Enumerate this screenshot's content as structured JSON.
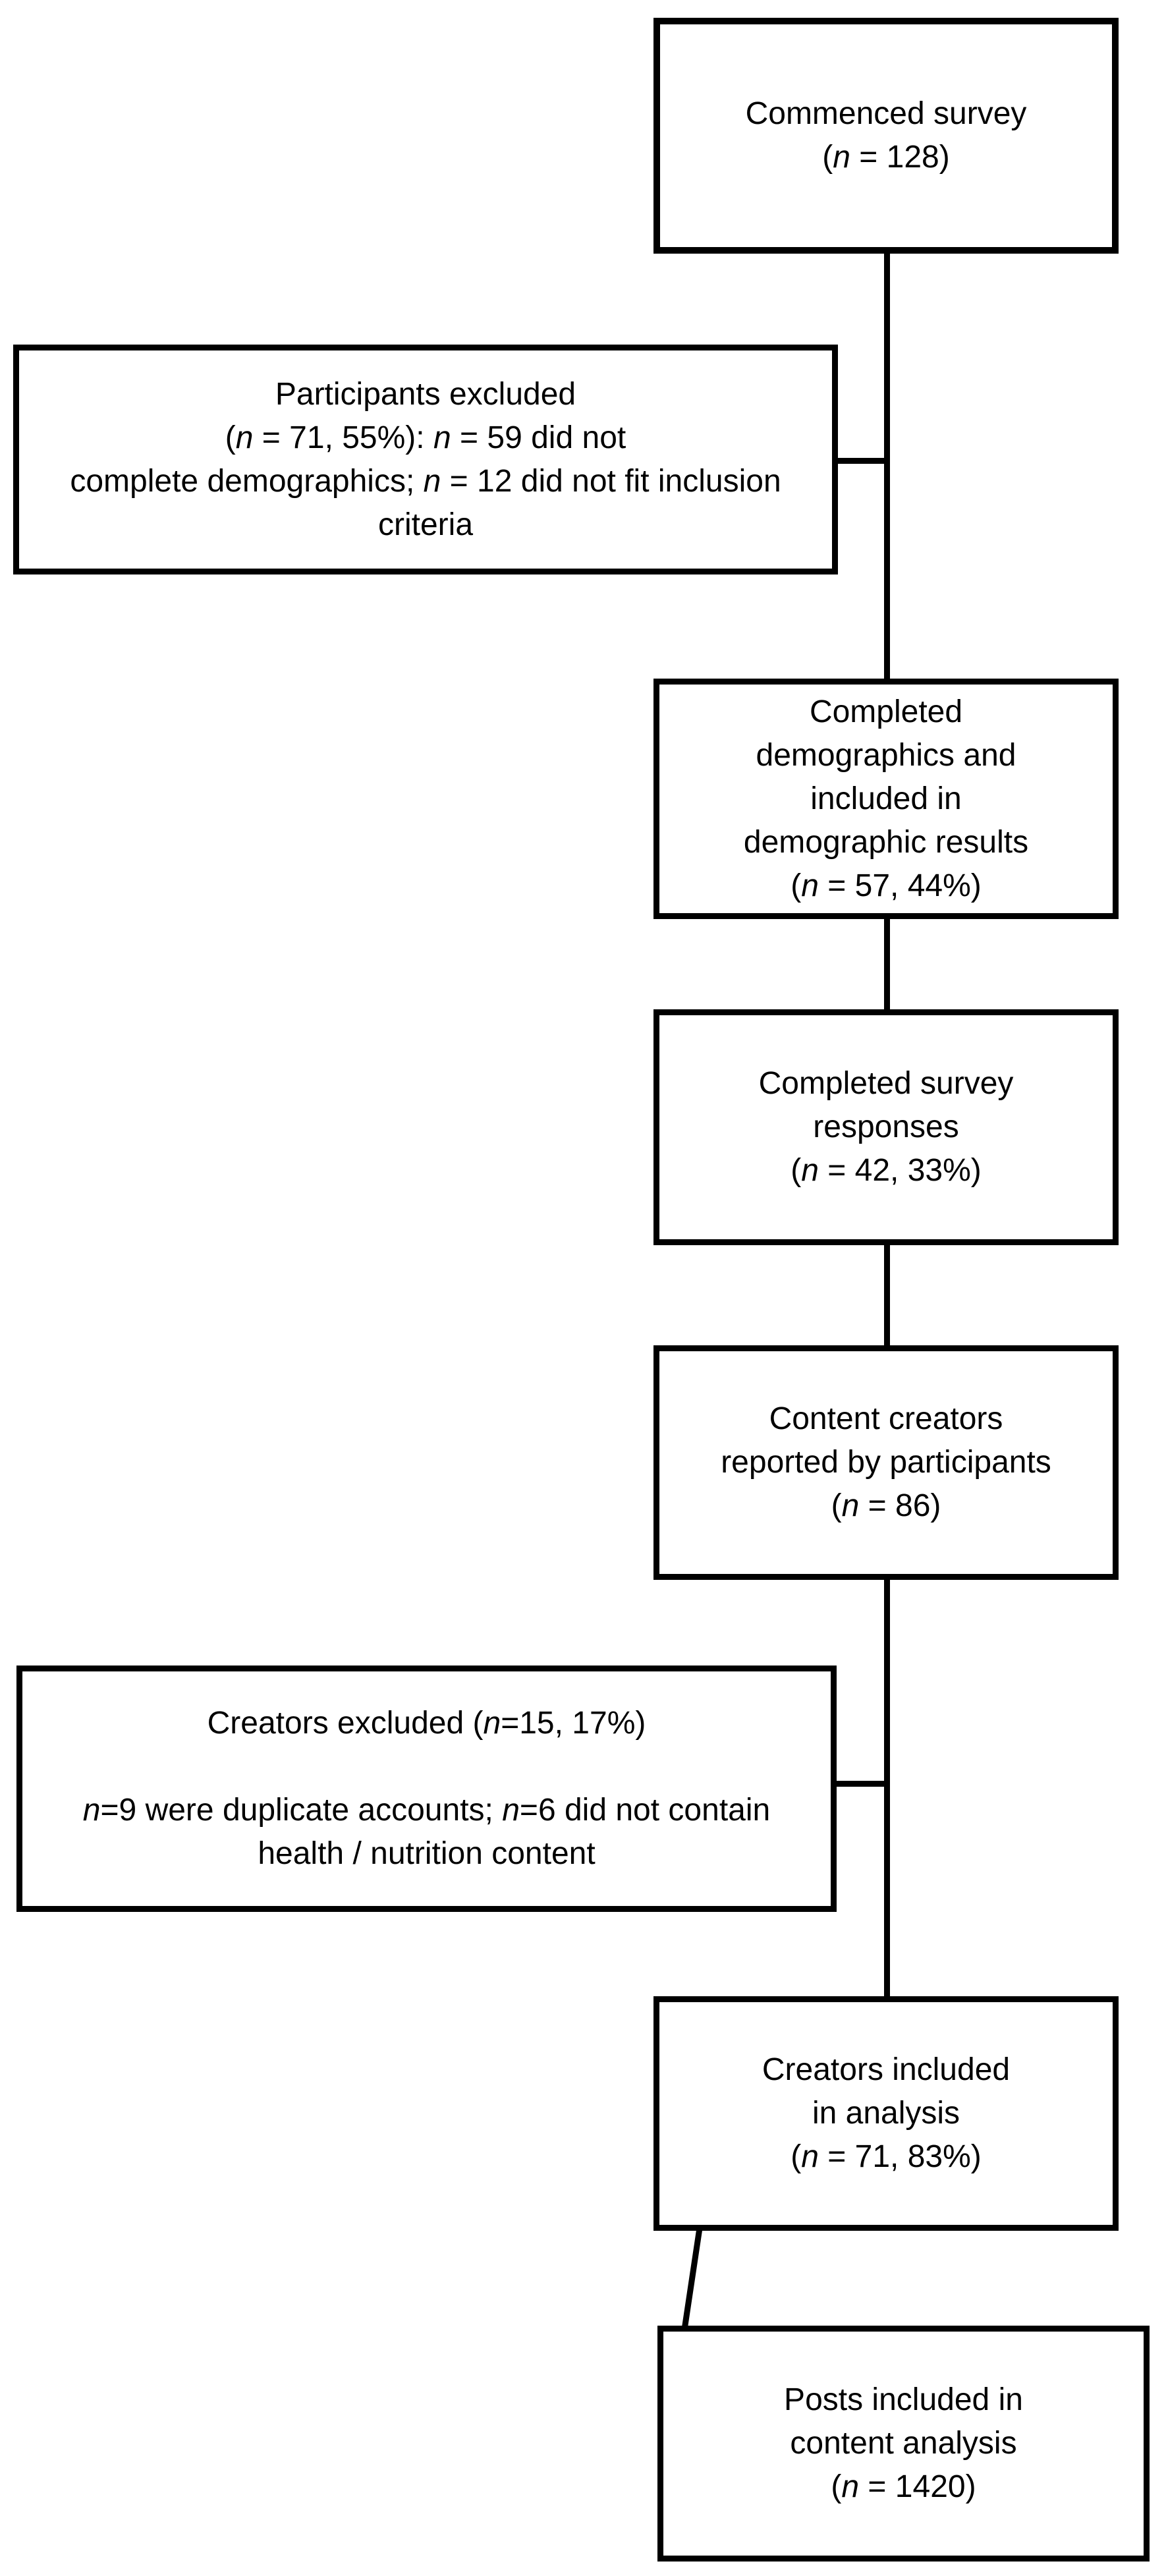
{
  "colors": {
    "line": "#000000",
    "background": "#ffffff",
    "text": "#000000"
  },
  "boxes": {
    "commenced_survey": {
      "lines": [
        [
          {
            "text": "Commenced survey"
          }
        ],
        [
          {
            "text": "("
          },
          {
            "text": "n",
            "italic": true
          },
          {
            "text": " = 128)"
          }
        ]
      ]
    },
    "participants_excluded": {
      "lines": [
        [
          {
            "text": "Participants excluded"
          }
        ],
        [
          {
            "text": "("
          },
          {
            "text": "n",
            "italic": true
          },
          {
            "text": " = 71, 55%): "
          },
          {
            "text": "n",
            "italic": true
          },
          {
            "text": " = 59 did not"
          }
        ],
        [
          {
            "text": "complete demographics; "
          },
          {
            "text": "n",
            "italic": true
          },
          {
            "text": " = 12 did not fit inclusion"
          }
        ],
        [
          {
            "text": "criteria"
          }
        ]
      ]
    },
    "completed_demographics": {
      "lines": [
        [
          {
            "text": "Completed"
          }
        ],
        [
          {
            "text": "demographics and"
          }
        ],
        [
          {
            "text": "included in"
          }
        ],
        [
          {
            "text": "demographic results"
          }
        ],
        [
          {
            "text": "("
          },
          {
            "text": "n",
            "italic": true
          },
          {
            "text": " = 57, 44%)"
          }
        ]
      ]
    },
    "completed_survey_responses": {
      "lines": [
        [
          {
            "text": "Completed survey"
          }
        ],
        [
          {
            "text": "responses"
          }
        ],
        [
          {
            "text": "("
          },
          {
            "text": "n",
            "italic": true
          },
          {
            "text": " = 42, 33%)"
          }
        ]
      ]
    },
    "content_creators_reported": {
      "lines": [
        [
          {
            "text": "Content creators"
          }
        ],
        [
          {
            "text": "reported by participants"
          }
        ],
        [
          {
            "text": "("
          },
          {
            "text": "n",
            "italic": true
          },
          {
            "text": " = 86)"
          }
        ]
      ]
    },
    "creators_excluded": {
      "lines": [
        [
          {
            "text": "Creators excluded ("
          },
          {
            "text": "n",
            "italic": true
          },
          {
            "text": "=15, 17%)"
          }
        ],
        [],
        [
          {
            "text": "n",
            "italic": true
          },
          {
            "text": "=9 were duplicate accounts; "
          },
          {
            "text": "n",
            "italic": true
          },
          {
            "text": "=6 did not contain"
          }
        ],
        [
          {
            "text": "health / nutrition content"
          }
        ]
      ]
    },
    "creators_included": {
      "lines": [
        [
          {
            "text": "Creators included"
          }
        ],
        [
          {
            "text": "in analysis"
          }
        ],
        [
          {
            "text": "("
          },
          {
            "text": "n",
            "italic": true
          },
          {
            "text": " = 71, 83%)"
          }
        ]
      ]
    },
    "posts_included": {
      "lines": [
        [
          {
            "text": "Posts included in"
          }
        ],
        [
          {
            "text": "content analysis"
          }
        ],
        [
          {
            "text": "("
          },
          {
            "text": "n",
            "italic": true
          },
          {
            "text": " = 1420)"
          }
        ]
      ]
    }
  }
}
